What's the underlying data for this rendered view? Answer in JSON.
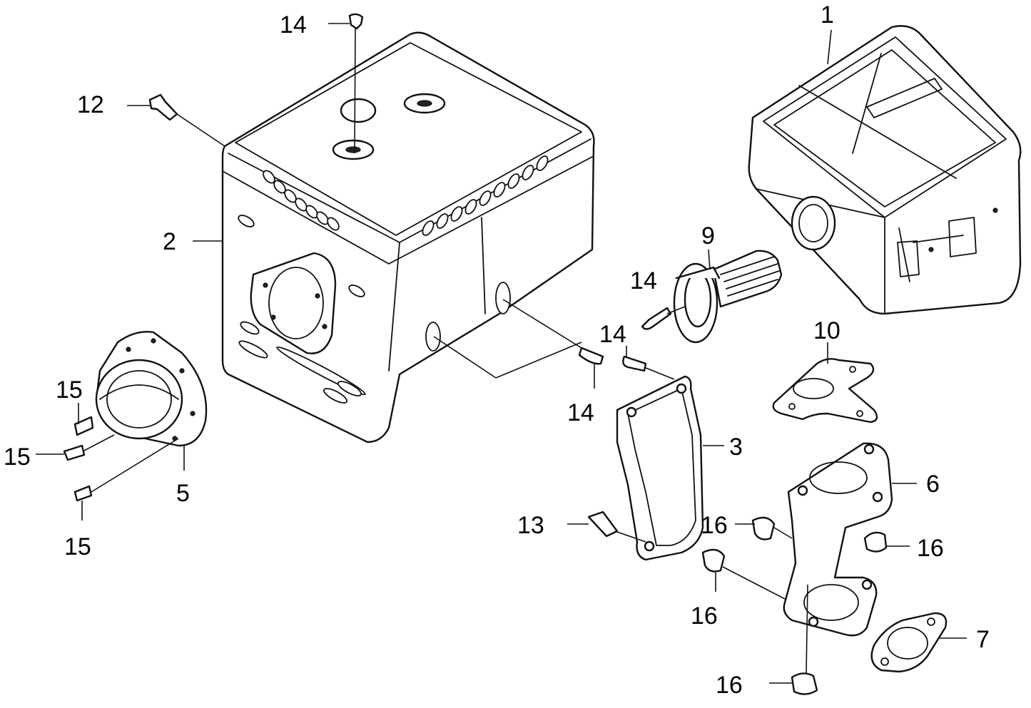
{
  "diagram": {
    "callouts": [
      {
        "id": "c1",
        "label": "1"
      },
      {
        "id": "c2",
        "label": "2"
      },
      {
        "id": "c3",
        "label": "3"
      },
      {
        "id": "c5",
        "label": "5"
      },
      {
        "id": "c6",
        "label": "6"
      },
      {
        "id": "c7",
        "label": "7"
      },
      {
        "id": "c9",
        "label": "9"
      },
      {
        "id": "c10",
        "label": "10"
      },
      {
        "id": "c12",
        "label": "12"
      },
      {
        "id": "c13",
        "label": "13"
      },
      {
        "id": "c14a",
        "label": "14"
      },
      {
        "id": "c14b",
        "label": "14"
      },
      {
        "id": "c14c",
        "label": "14"
      },
      {
        "id": "c14d",
        "label": "14"
      },
      {
        "id": "c15a",
        "label": "15"
      },
      {
        "id": "c15b",
        "label": "15"
      },
      {
        "id": "c15c",
        "label": "15"
      },
      {
        "id": "c16a",
        "label": "16"
      },
      {
        "id": "c16b",
        "label": "16"
      },
      {
        "id": "c16c",
        "label": "16"
      },
      {
        "id": "c16d",
        "label": "16"
      }
    ]
  }
}
